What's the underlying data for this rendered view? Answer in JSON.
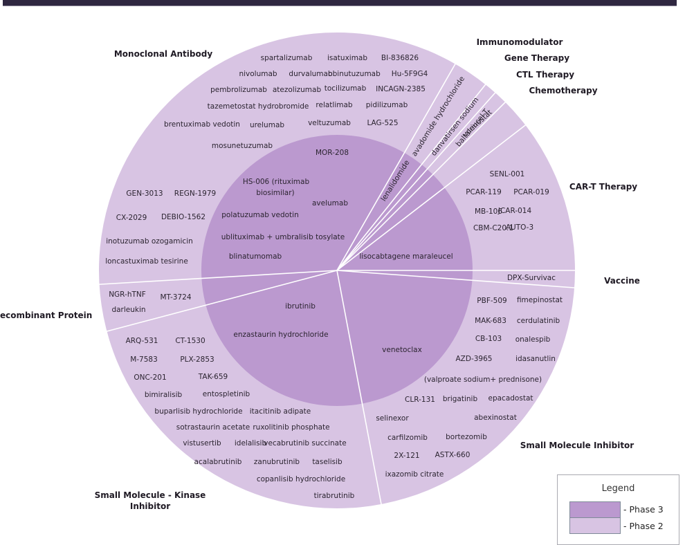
{
  "colors": {
    "phase3": "#bb99cf",
    "phase2": "#d8c4e3",
    "header": "#2f2740",
    "ray": "#ffffff"
  },
  "categories": [
    {
      "name": "Monoclonal Antibody"
    },
    {
      "name": "Immunomodulator"
    },
    {
      "name": "Gene Therapy"
    },
    {
      "name": "CTL Therapy"
    },
    {
      "name": "Chemotherapy"
    },
    {
      "name": "CAR-T Therapy"
    },
    {
      "name": "Vaccine"
    },
    {
      "name": "Small Molecule Inhibitor"
    },
    {
      "name": "Small Molecule - Kinase Inhibitor"
    },
    {
      "name": "Recombinant Protein"
    }
  ],
  "labels": {
    "monoclonal": "Monoclonal Antibody",
    "immunomodulator": "Immunomodulator",
    "gene": "Gene Therapy",
    "ctl": "CTL Therapy",
    "chemo": "Chemotherapy",
    "cart": "CAR-T Therapy",
    "vaccine": "Vaccine",
    "smi": "Small Molecule Inhibitor",
    "kinase_1": "Small Molecule - Kinase",
    "kinase_2": "Inhibitor",
    "recombinant": "Recombinant Protein"
  },
  "drugs": {
    "monoclonal_phase2": [
      "spartalizumab",
      "isatuximab",
      "BI-836826",
      "nivolumab",
      "durvalumab",
      "obinutuzumab",
      "Hu-5F9G4",
      "pembrolizumab",
      "atezolizumab",
      "tocilizumab",
      "INCAGN-2385",
      "tazemetostat hydrobromide",
      "relatlimab",
      "pidilizumab",
      "brentuximab vedotin",
      "urelumab",
      "veltuzumab",
      "LAG-525",
      "mosunetuzumab",
      "GEN-3013",
      "REGN-1979",
      "CX-2029",
      "DEBIO-1562",
      "inotuzumab ozogamicin",
      "loncastuximab tesirine"
    ],
    "monoclonal_phase3": [
      "MOR-208",
      "HS-006 (rituximab",
      "biosimilar)",
      "avelumab",
      "polatuzumab vedotin",
      "ublituximab + umbralisib tosylate",
      "blinatumomab"
    ],
    "immunomodulator_phase3": [
      "lenalidomide"
    ],
    "immunomodulator_phase2": [
      "avadomide hydrochloride"
    ],
    "gene_phase2": [
      "danvatirsen sodium"
    ],
    "ctl_phase2": [
      "baltaleucel-T"
    ],
    "chemo_phase2": [
      "vorinostat"
    ],
    "cart_phase2": [
      "SENL-001",
      "PCAR-119",
      "PCAR-019",
      "MB-106",
      "JCAR-014",
      "CBM-C20.1",
      "AUTO-3"
    ],
    "cart_phase3": [
      "lisocabtagene maraleucel"
    ],
    "vaccine_phase2": [
      "DPX-Survivac"
    ],
    "smi_phase2": [
      "PBF-509",
      "fimepinostat",
      "MAK-683",
      "cerdulatinib",
      "CB-103",
      "onalespib",
      "AZD-3965",
      "idasanutlin",
      "(valproate sodium+ prednisone)",
      "CLR-131",
      "brigatinib",
      "epacadostat",
      "selinexor",
      "abexinostat",
      "carfilzomib",
      "bortezomib",
      "2X-121",
      "ASTX-660",
      "ixazomib citrate"
    ],
    "smi_phase3": [
      "venetoclax"
    ],
    "kinase_phase3": [
      "ibrutinib",
      "enzastaurin hydrochloride"
    ],
    "kinase_phase2": [
      "ARQ-531",
      "CT-1530",
      "M-7583",
      "PLX-2853",
      "ONC-201",
      "TAK-659",
      "bimiralisib",
      "entospletinib",
      "buparlisib hydrochloride",
      "itacitinib adipate",
      "sotrastaurin acetate",
      "ruxolitinib phosphate",
      "vistusertib",
      "idelalisib",
      "vecabrutinib succinate",
      "acalabrutinib",
      "zanubrutinib",
      "taselisib",
      "copanlisib hydrochloride",
      "tirabrutinib"
    ],
    "recombinant_phase2": [
      "NGR-hTNF",
      "MT-3724",
      "darleukin"
    ]
  },
  "legend": {
    "title": "Legend",
    "phase3": "- Phase 3",
    "phase2": "- Phase 2"
  }
}
